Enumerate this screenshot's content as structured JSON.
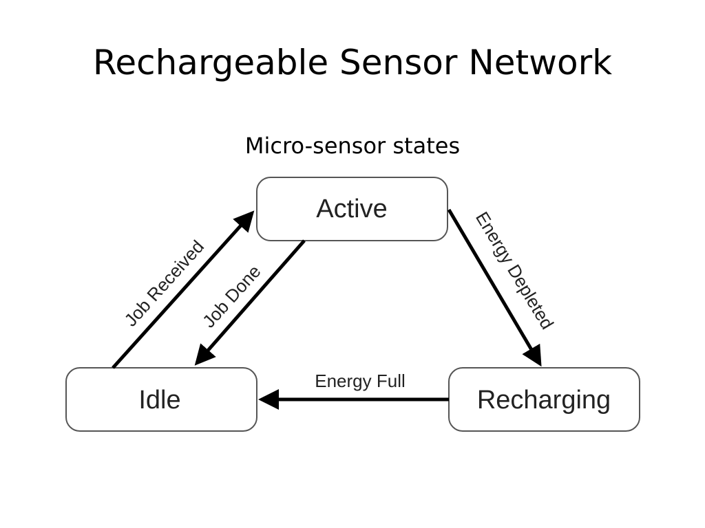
{
  "title": "Rechargeable Sensor Network",
  "subtitle": "Micro-sensor states",
  "states": {
    "active": "Active",
    "idle": "Idle",
    "recharging": "Recharging"
  },
  "transitions": {
    "job_received": "Job Received",
    "job_done": "Job Done",
    "energy_depleted": "Energy Depleted",
    "energy_full": "Energy Full"
  }
}
